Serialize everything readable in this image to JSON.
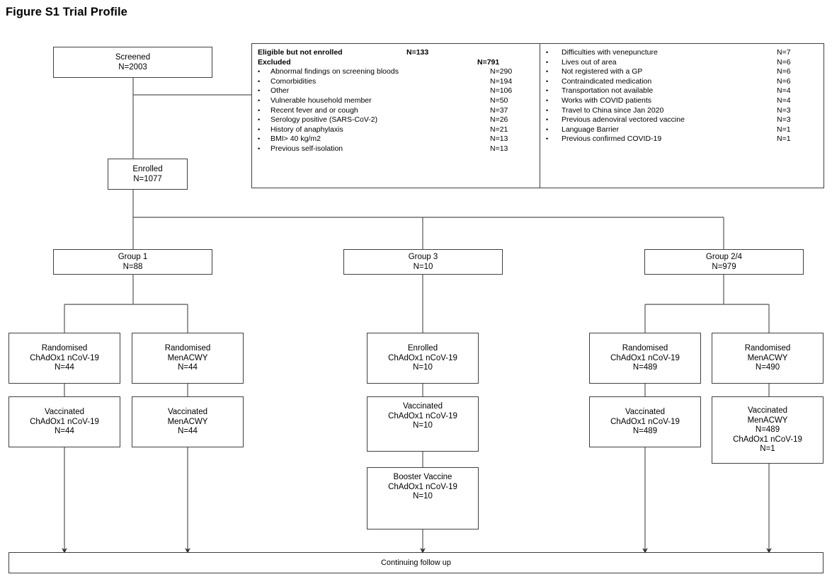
{
  "figure": {
    "title": "Figure S1 Trial Profile"
  },
  "nodes": {
    "screened": {
      "lines": [
        "Screened",
        "N=2003"
      ]
    },
    "enrolled": {
      "lines": [
        "Enrolled",
        "N=1077"
      ]
    },
    "group1": {
      "lines": [
        "Group 1",
        "N=88"
      ]
    },
    "group3": {
      "lines": [
        "Group 3",
        "N=10"
      ]
    },
    "group24": {
      "lines": [
        "Group 2/4",
        "N=979"
      ]
    },
    "g1_rand_chadox": {
      "lines": [
        "Randomised",
        "ChAdOx1 nCoV-19",
        "N=44"
      ]
    },
    "g1_rand_men": {
      "lines": [
        "Randomised",
        "MenACWY",
        "N=44"
      ]
    },
    "g1_vacc_chadox": {
      "lines": [
        "Vaccinated",
        "ChAdOx1 nCoV-19",
        "N=44"
      ]
    },
    "g1_vacc_men": {
      "lines": [
        "Vaccinated",
        "MenACWY",
        "N=44"
      ]
    },
    "g3_enrolled": {
      "lines": [
        "Enrolled",
        "ChAdOx1 nCoV-19",
        "N=10"
      ]
    },
    "g3_vacc": {
      "lines": [
        "Vaccinated",
        "ChAdOx1 nCoV-19",
        "N=10"
      ]
    },
    "g3_booster": {
      "lines": [
        "Booster Vaccine",
        "ChAdOx1 nCoV-19",
        "N=10"
      ]
    },
    "g24_rand_chadox": {
      "lines": [
        "Randomised",
        "ChAdOx1 nCoV-19",
        "N=489"
      ]
    },
    "g24_rand_men": {
      "lines": [
        "Randomised",
        "MenACWY",
        "N=490"
      ]
    },
    "g24_vacc_chadox": {
      "lines": [
        "Vaccinated",
        "ChAdOx1 nCoV-19",
        "N=489"
      ]
    },
    "g24_vacc_men": {
      "lines": [
        "Vaccinated",
        "MenACWY",
        "N=489",
        "ChAdOx1 nCoV-19",
        "N=1"
      ]
    }
  },
  "exclusions": {
    "heading_eligible_label": "Eligible  but not enrolled",
    "heading_eligible_n": "N=133",
    "heading_excluded_label": "Excluded",
    "heading_excluded_n": "N=791",
    "bullet_glyph": "•",
    "left_items": [
      {
        "text": "Abnormal findings on screening bloods",
        "n": "N=290"
      },
      {
        "text": "Comorbidities",
        "n": "N=194"
      },
      {
        "text": "Other",
        "n": "N=106"
      },
      {
        "text": "Vulnerable household member",
        "n": "N=50"
      },
      {
        "text": "Recent fever and or cough",
        "n": "N=37"
      },
      {
        "text": "Serology positive (SARS-CoV-2)",
        "n": "N=26"
      },
      {
        "text": "History of anaphylaxis",
        "n": "N=21"
      },
      {
        "text": "BMI>  40 kg/m2",
        "n": "N=13"
      },
      {
        "text": "Previous self-isolation",
        "n": "N=13"
      }
    ],
    "right_items": [
      {
        "text": "Difficulties with venepuncture",
        "n": "N=7"
      },
      {
        "text": "Lives out of area",
        "n": "N=6"
      },
      {
        "text": "Not registered with a GP",
        "n": "N=6"
      },
      {
        "text": "Contraindicated medication",
        "n": "N=6"
      },
      {
        "text": "Transportation not available",
        "n": "N=4"
      },
      {
        "text": "Works with COVID patients",
        "n": "N=4"
      },
      {
        "text": "Travel to China since Jan 2020",
        "n": "N=3"
      },
      {
        "text": "Previous adenoviral vectored vaccine",
        "n": "N=3"
      },
      {
        "text": "Language Barrier",
        "n": "N=1"
      },
      {
        "text": "Previous confirmed COVID-19",
        "n": "N=1"
      }
    ]
  },
  "footer": {
    "label": "Continuing follow up"
  },
  "colors": {
    "box_border": "#3f3f3f",
    "connector": "#555555",
    "background": "#ffffff",
    "text": "#000000"
  }
}
